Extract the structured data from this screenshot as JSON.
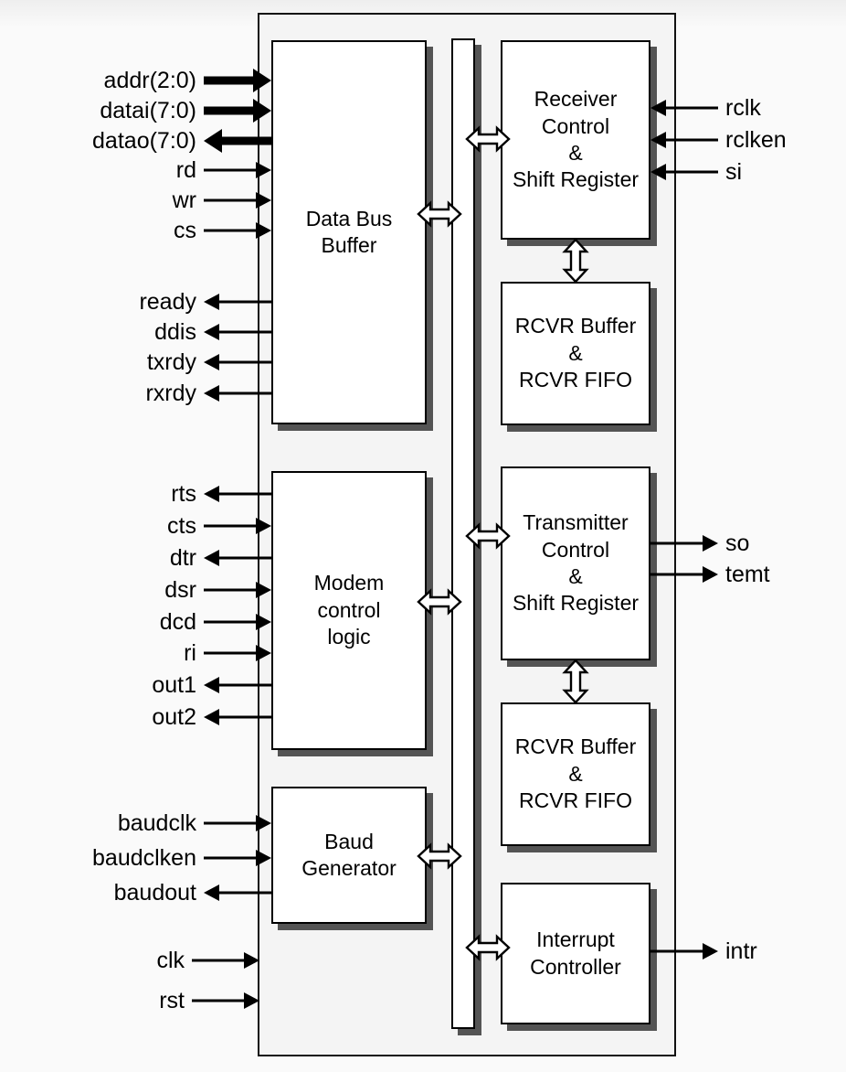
{
  "blocks": {
    "data_bus_buffer": {
      "label": "Data Bus\nBuffer"
    },
    "receiver_control": {
      "label": "Receiver\nControl\n&\nShift Register"
    },
    "rcvr_buffer_top": {
      "label": "RCVR Buffer\n&\nRCVR FIFO"
    },
    "modem_control": {
      "label": "Modem\ncontrol\nlogic"
    },
    "transmitter_control": {
      "label": "Transmitter\nControl\n&\nShift Register"
    },
    "rcvr_buffer_bottom": {
      "label": "RCVR Buffer\n&\nRCVR FIFO"
    },
    "baud_generator": {
      "label": "Baud\nGenerator"
    },
    "interrupt_controller": {
      "label": "Interrupt\nController"
    }
  },
  "signals": {
    "left": [
      {
        "label": "addr(2:0)",
        "direction": "in",
        "width": "bus"
      },
      {
        "label": "datai(7:0)",
        "direction": "in",
        "width": "bus"
      },
      {
        "label": "datao(7:0)",
        "direction": "out",
        "width": "bus"
      },
      {
        "label": "rd",
        "direction": "in"
      },
      {
        "label": "wr",
        "direction": "in"
      },
      {
        "label": "cs",
        "direction": "in"
      },
      {
        "label": "ready",
        "direction": "out"
      },
      {
        "label": "ddis",
        "direction": "out"
      },
      {
        "label": "txrdy",
        "direction": "out"
      },
      {
        "label": "rxrdy",
        "direction": "out"
      },
      {
        "label": "rts",
        "direction": "out"
      },
      {
        "label": "cts",
        "direction": "in"
      },
      {
        "label": "dtr",
        "direction": "out"
      },
      {
        "label": "dsr",
        "direction": "in"
      },
      {
        "label": "dcd",
        "direction": "in"
      },
      {
        "label": "ri",
        "direction": "in"
      },
      {
        "label": "out1",
        "direction": "out"
      },
      {
        "label": "out2",
        "direction": "out"
      },
      {
        "label": "baudclk",
        "direction": "in"
      },
      {
        "label": "baudclken",
        "direction": "in"
      },
      {
        "label": "baudout",
        "direction": "out"
      },
      {
        "label": "clk",
        "direction": "in"
      },
      {
        "label": "rst",
        "direction": "in"
      }
    ],
    "right": [
      {
        "label": "rclk",
        "direction": "in"
      },
      {
        "label": "rclken",
        "direction": "in"
      },
      {
        "label": "si",
        "direction": "in"
      },
      {
        "label": "so",
        "direction": "out"
      },
      {
        "label": "temt",
        "direction": "out"
      },
      {
        "label": "intr",
        "direction": "out"
      }
    ]
  },
  "colors": {
    "block_fill": "#ffffff",
    "block_border": "#000000",
    "block_shadow": "#545454",
    "chip_fill": "#f4f4f4"
  }
}
